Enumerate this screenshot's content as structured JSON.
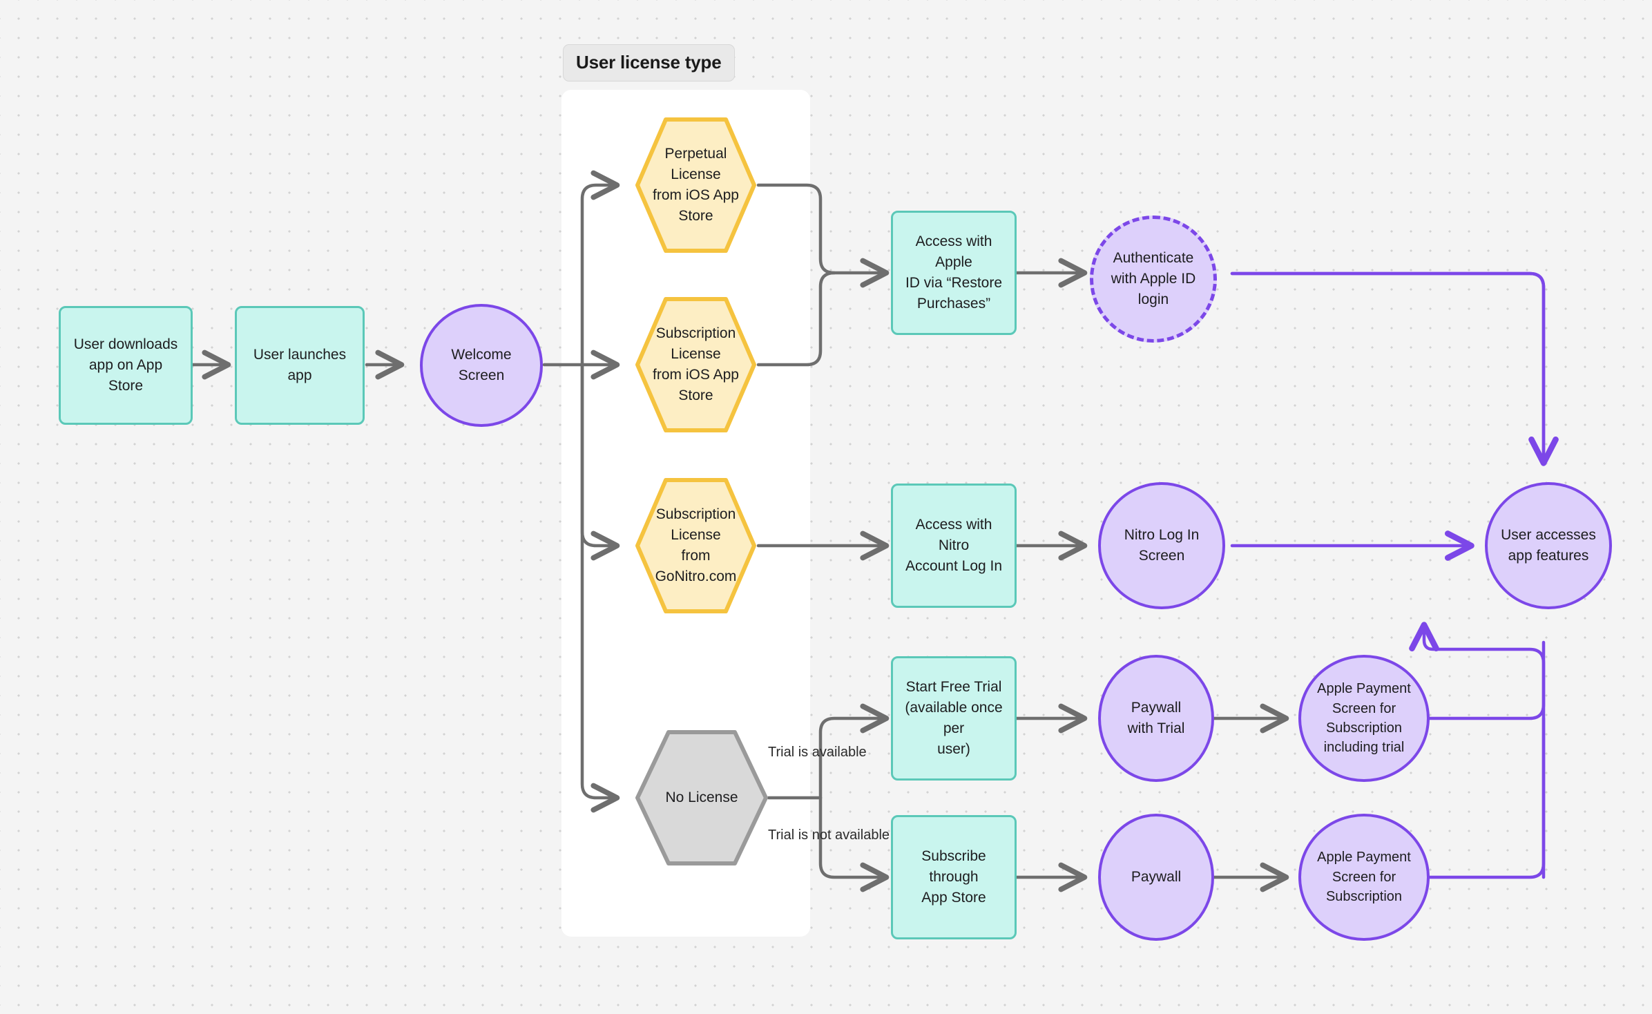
{
  "diagram": {
    "title": "User license type",
    "colors": {
      "canvas_bg": "#f4f4f4",
      "group_bg": "#ffffff",
      "teal_fill": "#c9f5ee",
      "teal_stroke": "#5bc8b8",
      "purple_fill": "#ddd0fb",
      "purple_stroke": "#7c47e8",
      "yellow_fill": "#fdeec4",
      "yellow_stroke": "#f5c33f",
      "grey_fill": "#d9d9d9",
      "grey_stroke": "#9a9a9a",
      "arrow_grey": "#6e6e6e",
      "arrow_purple": "#7c47e8"
    },
    "nodes": {
      "user_downloads": "User downloads\napp on App Store",
      "user_launches": "User launches app",
      "welcome_screen": "Welcome\nScreen",
      "perpetual_license": "Perpetual License\nfrom iOS App Store",
      "subscription_ios": "Subscription\nLicense\nfrom iOS App Store",
      "subscription_gonitro": "Subscription\nLicense\nfrom GoNitro.com",
      "no_license": "No License",
      "access_apple_id": "Access with Apple\nID via “Restore\nPurchases”",
      "authenticate_apple": "Authenticate\nwith Apple ID\nlogin",
      "access_nitro": "Access with Nitro\nAccount Log In",
      "nitro_login": "Nitro Log In\nScreen",
      "start_free_trial": "Start Free Trial\n(available once per\nuser)",
      "paywall_with_trial": "Paywall\nwith Trial",
      "apple_payment_trial": "Apple Payment\nScreen for\nSubscription\nincluding trial",
      "subscribe_app_store": "Subscribe through\nApp Store",
      "paywall": "Paywall",
      "apple_payment": "Apple Payment\nScreen for\nSubscription",
      "user_accesses": "User accesses\napp features"
    },
    "edge_labels": {
      "trial_available": "Trial is available",
      "trial_not_available": "Trial is not available"
    }
  }
}
